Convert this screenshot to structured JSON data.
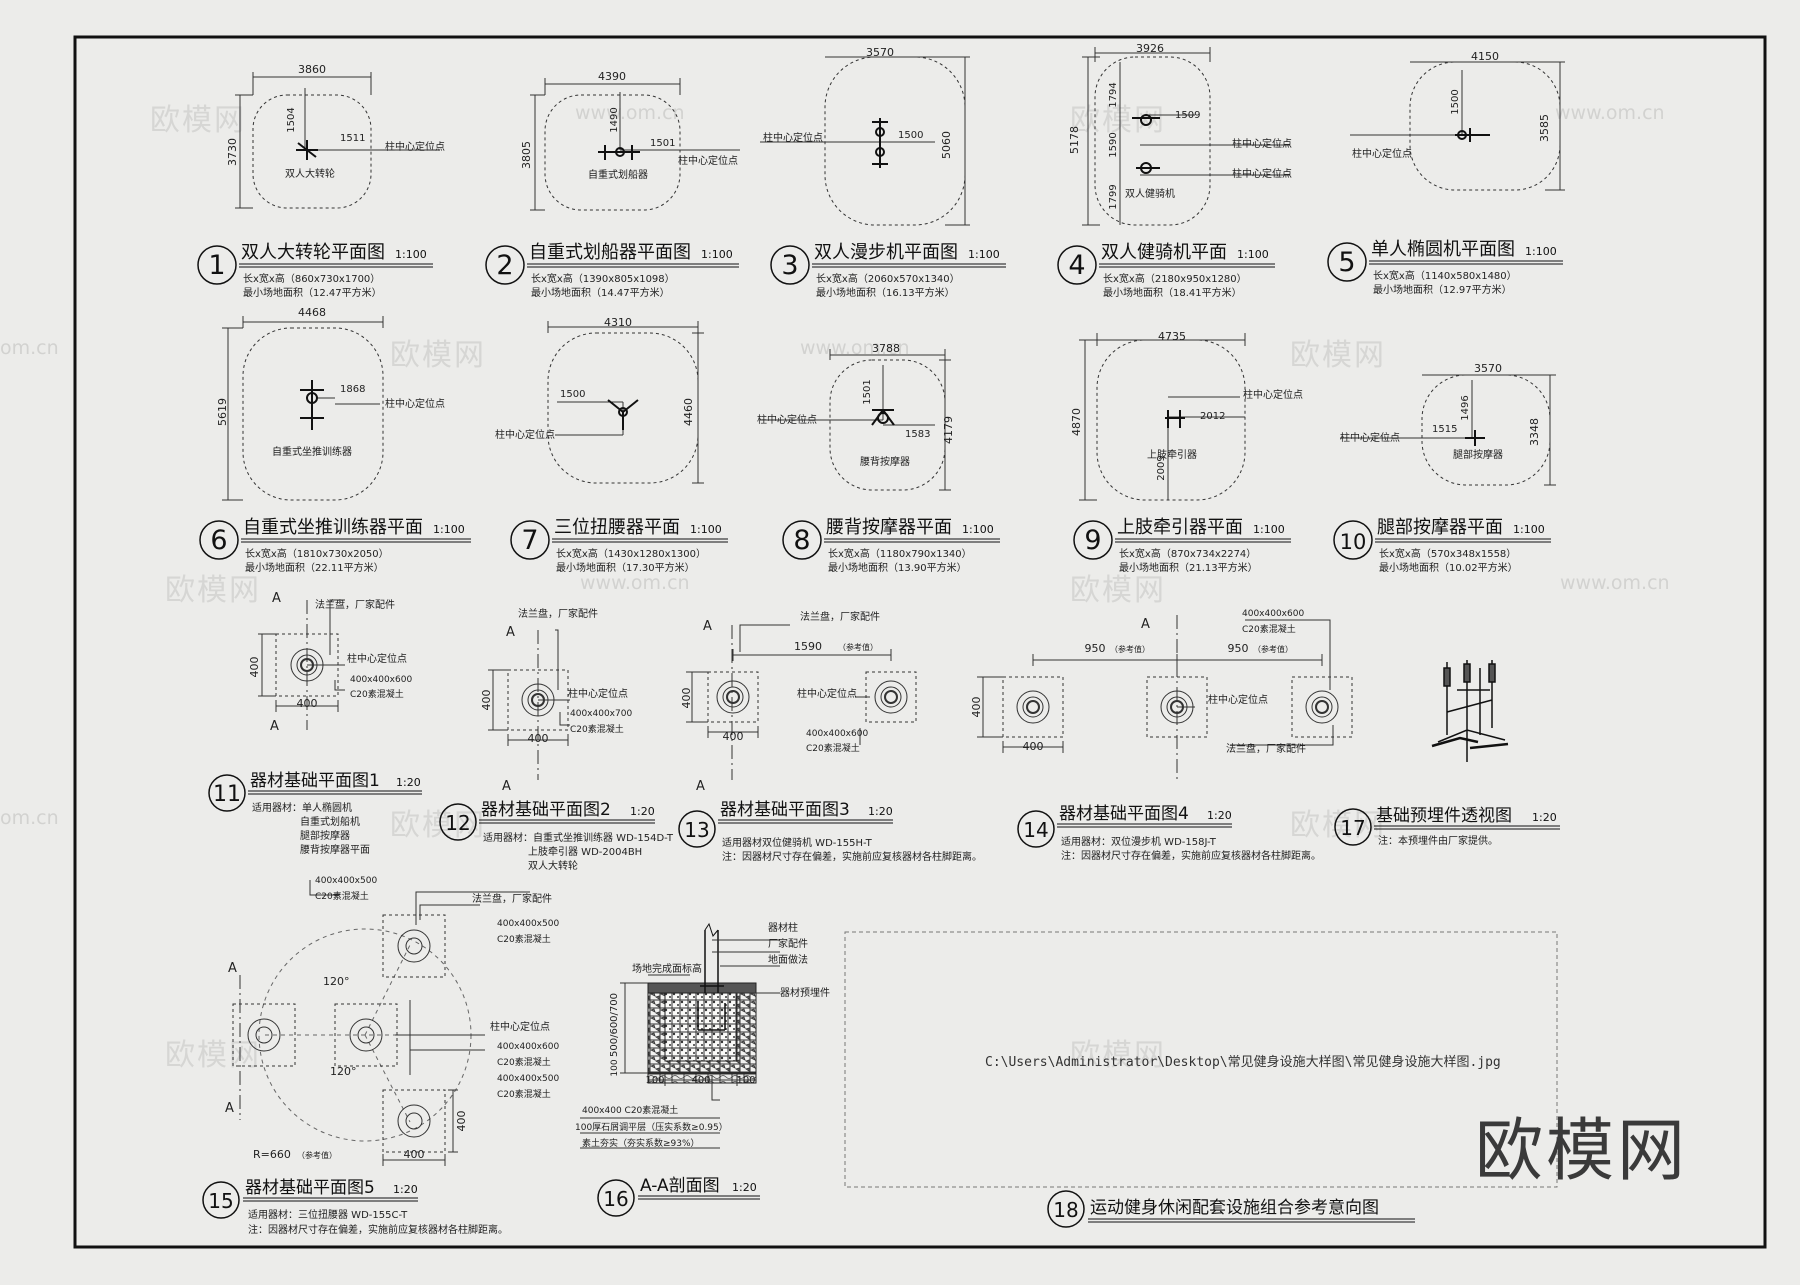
{
  "watermark": {
    "brand": "欧模网",
    "domain": "www.om.cn",
    "domain_short": "om.cn"
  },
  "labels": {
    "post_center": "柱中心定位点",
    "flange": "法兰盘，厂家配件",
    "concrete": "C20素混凝土",
    "section": "A"
  },
  "plans": [
    {
      "num": "1",
      "title": "双人大转轮平面图",
      "scale": "1:100",
      "dims": "长x宽x高（860x730x1700）",
      "area": "最小场地面积（12.47平方米）",
      "equip": "双人大转轮",
      "w": "3860",
      "h": "3730",
      "d1": "1504",
      "d2": "1511"
    },
    {
      "num": "2",
      "title": "自重式划船器平面图",
      "scale": "1:100",
      "dims": "长x宽x高（1390x805x1098）",
      "area": "最小场地面积（14.47平方米）",
      "equip": "自重式划船器",
      "w": "4390",
      "h": "3805",
      "d1": "1490",
      "d2": "1501"
    },
    {
      "num": "3",
      "title": "双人漫步机平面图",
      "scale": "1:100",
      "dims": "长x宽x高（2060x570x1340）",
      "area": "最小场地面积（16.13平方米）",
      "equip": "",
      "w": "3570",
      "h": "5060",
      "d1": "",
      "d2": "1500"
    },
    {
      "num": "4",
      "title": "双人健骑机平面",
      "scale": "1:100",
      "dims": "长x宽x高（2180x950x1280）",
      "area": "最小场地面积（18.41平方米）",
      "equip": "双人健骑机",
      "w": "3926",
      "h": "5178",
      "d1": "1794",
      "d2": "1509",
      "d3": "1590",
      "d4": "1799"
    },
    {
      "num": "5",
      "title": "单人椭圆机平面图",
      "scale": "1:100",
      "dims": "长x宽x高（1140x580x1480）",
      "area": "最小场地面积（12.97平方米）",
      "equip": "",
      "w": "4150",
      "h": "3585",
      "d1": "1500",
      "d2": ""
    },
    {
      "num": "6",
      "title": "自重式坐推训练器平面",
      "scale": "1:100",
      "dims": "长x宽x高（1810x730x2050）",
      "area": "最小场地面积（22.11平方米）",
      "equip": "自重式坐推训练器",
      "w": "4468",
      "h": "5619",
      "d1": "",
      "d2": "1868"
    },
    {
      "num": "7",
      "title": "三位扭腰器平面",
      "scale": "1:100",
      "dims": "长x宽x高（1430x1280x1300）",
      "area": "最小场地面积（17.30平方米）",
      "equip": "",
      "w": "4310",
      "h": "4460",
      "d1": "",
      "d2": "1500"
    },
    {
      "num": "8",
      "title": "腰背按摩器平面",
      "scale": "1:100",
      "dims": "长x宽x高（1180x790x1340）",
      "area": "最小场地面积（13.90平方米）",
      "equip": "腰背按摩器",
      "w": "3788",
      "h": "4179",
      "d1": "1501",
      "d2": "1583"
    },
    {
      "num": "9",
      "title": "上肢牵引器平面",
      "scale": "1:100",
      "dims": "长x宽x高（870x734x2274）",
      "area": "最小场地面积（21.13平方米）",
      "equip": "上肢牵引器",
      "w": "4735",
      "h": "4870",
      "d1": "2009",
      "d2": "2012"
    },
    {
      "num": "10",
      "title": "腿部按摩器平面",
      "scale": "1:100",
      "dims": "长x宽x高（570x348x1558）",
      "area": "最小场地面积（10.02平方米）",
      "equip": "腿部按摩器",
      "w": "3570",
      "h": "3348",
      "d1": "1496",
      "d2": "1515"
    }
  ],
  "foundations": {
    "f11": {
      "num": "11",
      "title": "器材基础平面图1",
      "scale": "1:20",
      "dim": "400",
      "spec": "400x400x600",
      "concrete": "C20素混凝土",
      "note": [
        "适用器材：单人椭圆机",
        "自重式划船机",
        "腿部按摩器",
        "腰背按摩器平面"
      ]
    },
    "f12": {
      "num": "12",
      "title": "器材基础平面图2",
      "scale": "1:20",
      "dim": "400",
      "spec": "400x400x700",
      "concrete": "C20素混凝土",
      "note": [
        "适用器材：自重式坐推训练器 WD-154D-T",
        "上肢牵引器 WD-2004BH",
        "双人大转轮"
      ]
    },
    "f13": {
      "num": "13",
      "title": "器材基础平面图3",
      "scale": "1:20",
      "dim": "400",
      "spacing": "1590",
      "spacing_tag": "（参考值）",
      "spec": "400x400x600",
      "concrete": "C20素混凝土",
      "note": [
        "适用器材双位健骑机 WD-155H-T",
        "注：因器材尺寸存在偏差，实施前应复核器材各柱脚距离。"
      ]
    },
    "f14": {
      "num": "14",
      "title": "器材基础平面图4",
      "scale": "1:20",
      "dim": "400",
      "spacing": "950",
      "spacing_tag": "（参考值）",
      "spec": "400x400x600",
      "concrete": "C20素混凝土",
      "note": [
        "适用器材：双位漫步机 WD-158J-T",
        "注：因器材尺寸存在偏差，实施前应复核器材各柱脚距离。"
      ]
    },
    "f15": {
      "num": "15",
      "title": "器材基础平面图5",
      "scale": "1:20",
      "dim": "400",
      "angle": "120°",
      "radius": "R=660",
      "radius_tag": "（参考值）",
      "spec_a": "400x400x500",
      "spec_b": "400x400x600",
      "concrete": "C20素混凝土",
      "note": [
        "适用器材：三位扭腰器 WD-155C-T",
        "注：因器材尺寸存在偏差，实施前应复核器材各柱脚距离。"
      ]
    },
    "f16": {
      "num": "16",
      "title": "A-A剖面图",
      "scale": "1:20",
      "callouts": [
        "器材柱",
        "厂家配件",
        "地面做法",
        "器材预埋件",
        "场地完成面标高"
      ],
      "depth": "500/600/700",
      "d100": "100",
      "dims": [
        "100",
        "400",
        "100"
      ],
      "layers": [
        "400x400 C20素混凝土",
        "100厚石屑调平层（压实系数≥0.95）",
        "素土夯实（夯实系数≥93%）"
      ]
    },
    "f17": {
      "num": "17",
      "title": "基础预埋件透视图",
      "scale": "1:20",
      "note": "注：本预埋件由厂家提供。"
    },
    "f18": {
      "num": "18",
      "title": "运动健身休闲配套设施组合参考意向图",
      "path": "C:\\Users\\Administrator\\Desktop\\常见健身设施大样图\\常见健身设施大样图.jpg"
    }
  }
}
